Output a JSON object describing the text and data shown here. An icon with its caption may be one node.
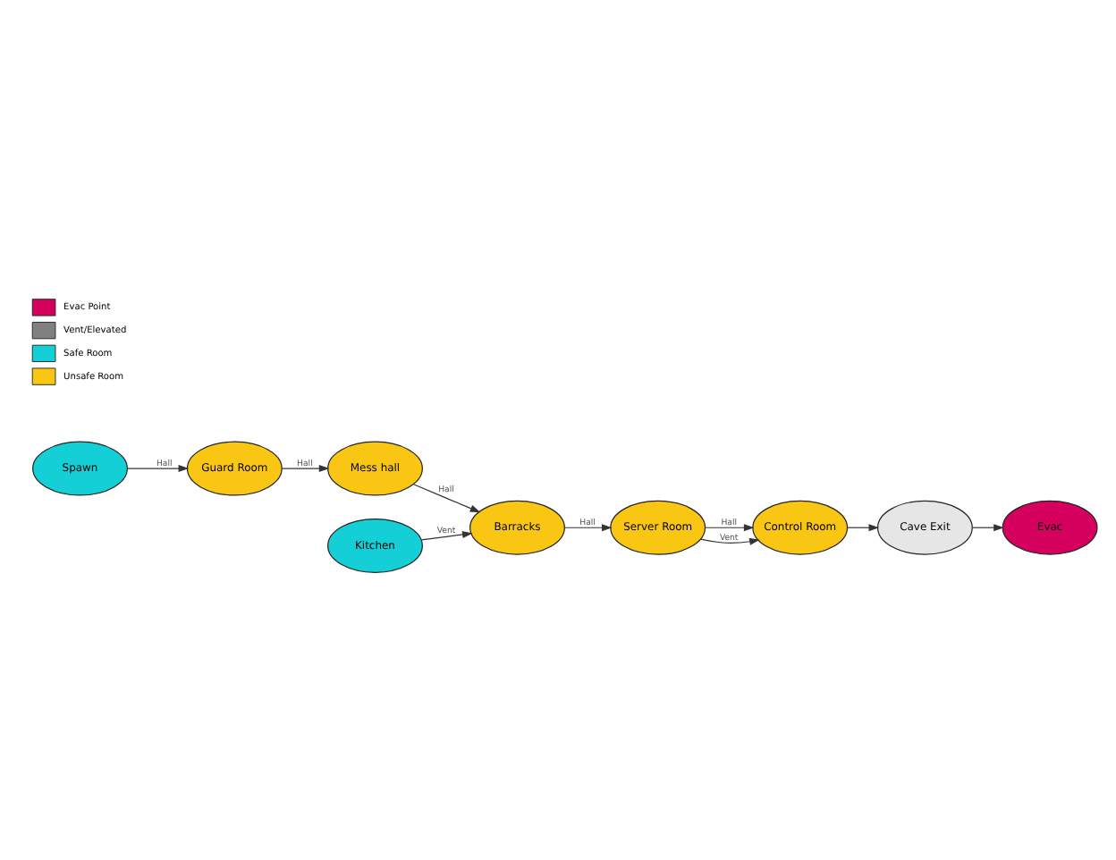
{
  "diagram": {
    "nodes": [
      {
        "text": [
          "Evac"
        ]
      },
      {
        "text": [
          "Cave Exit"
        ]
      },
      {
        "text": [
          "Control Room"
        ]
      },
      {
        "text": [
          "Spawn"
        ]
      },
      {
        "text": [
          "Guard Room"
        ]
      },
      {
        "text": [
          "Server Room"
        ]
      },
      {
        "text": [
          "Barracks"
        ]
      },
      {
        "text": [
          "Mess hall"
        ]
      },
      {
        "text": [
          "Kitchen"
        ]
      }
    ],
    "edges": [
      {
        "from": 1,
        "to": 0,
        "arrow": "to"
      },
      {
        "from": 2,
        "to": 1,
        "arrow": "to"
      },
      {
        "from": 5,
        "to": 2,
        "arrow": "to",
        "label": "Hall"
      },
      {
        "from": 5,
        "to": 2,
        "arrow": "to",
        "label": "Vent"
      },
      {
        "from": 3,
        "to": 4,
        "arrow": "to",
        "label": "Hall"
      },
      {
        "from": 4,
        "to": 7,
        "arrow": "to",
        "label": "Hall"
      },
      {
        "from": 8,
        "to": 6,
        "arrow": "to",
        "label": "Vent"
      },
      {
        "from": 7,
        "to": 6,
        "arrow": "to",
        "label": "Hall"
      },
      {
        "from": 6,
        "to": 5,
        "arrow": "to",
        "label": "Hall"
      }
    ],
    "legend": [
      {
        "text": "Evac Point",
        "color": "#d6005e"
      },
      {
        "text": "Vent/Elevated",
        "color": "#808080"
      },
      {
        "text": "Safe Room",
        "color": "#14cfd6"
      },
      {
        "text": "Unsafe Room",
        "color": "#f9c614"
      }
    ]
  }
}
